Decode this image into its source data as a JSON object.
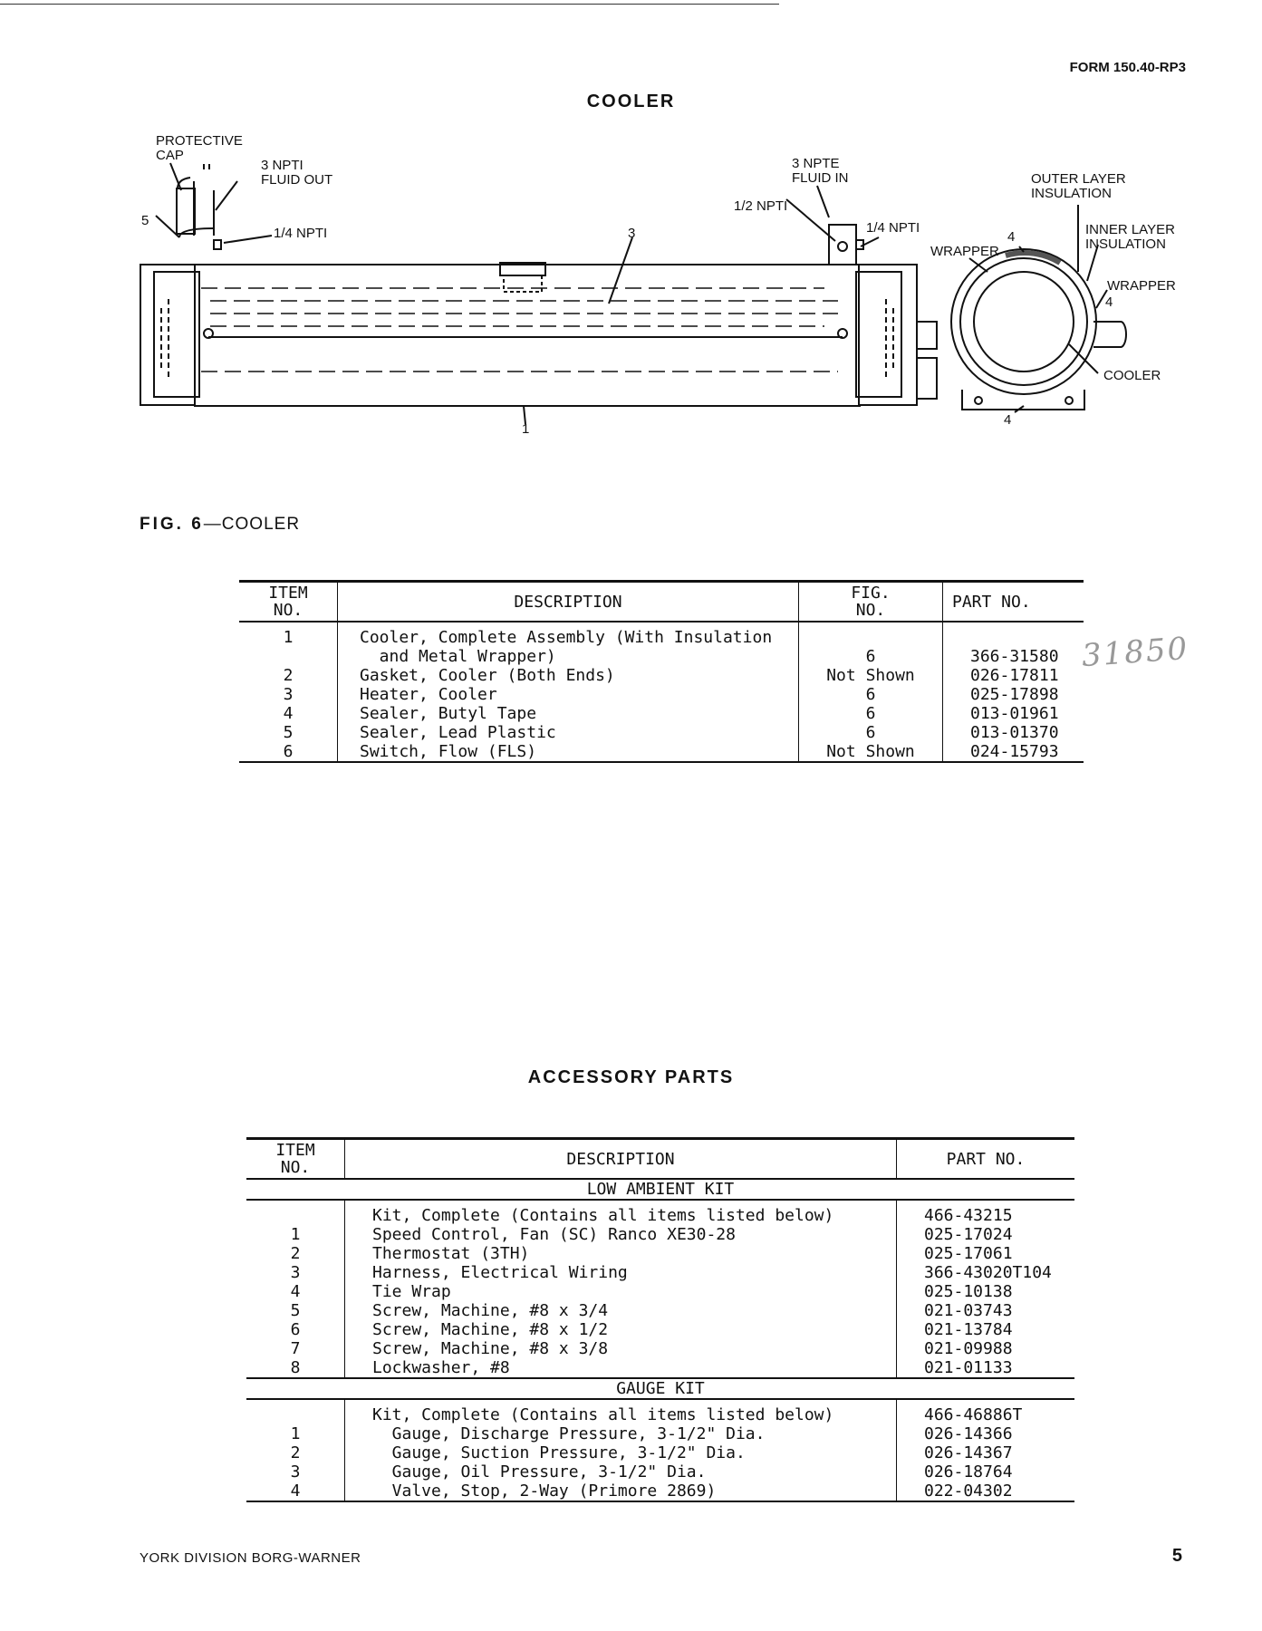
{
  "header": {
    "form": "FORM 150.40-RP3"
  },
  "cooler_title": "COOLER",
  "diagram": {
    "labels": {
      "protective_cap": "PROTECTIVE\nCAP",
      "fluid_out": "3 NPTI\nFLUID OUT",
      "npti_quarter_left": "1/4 NPTI",
      "item5": "5",
      "item3": "3",
      "item1": "1",
      "fluid_in": "3 NPTE\nFLUID IN",
      "npti_half": "1/2 NPTI",
      "npti_quarter_right": "1/4 NPTI",
      "outer_insulation": "OUTER LAYER\nINSULATION",
      "inner_insulation": "INNER LAYER\nINSULATION",
      "wrapper_left": "WRAPPER",
      "wrapper_right": "WRAPPER",
      "item4_top": "4",
      "item4_right": "4",
      "item4_bottom": "4",
      "cooler_label": "COOLER"
    }
  },
  "figure_caption": {
    "prefix": "FIG. 6",
    "suffix": "—COOLER"
  },
  "cooler_table": {
    "headers": {
      "item": "ITEM\nNO.",
      "description": "DESCRIPTION",
      "fig": "FIG.\nNO.",
      "part": "PART NO."
    },
    "rows": [
      {
        "item": "1",
        "description": "Cooler, Complete Assembly (With Insulation\n  and Metal Wrapper)",
        "fig": "\n6",
        "part": "\n366-31580"
      },
      {
        "item": "2",
        "description": "Gasket, Cooler (Both Ends)",
        "fig": "Not Shown",
        "part": "026-17811"
      },
      {
        "item": "3",
        "description": "Heater, Cooler",
        "fig": "6",
        "part": "025-17898"
      },
      {
        "item": "4",
        "description": "Sealer, Butyl Tape",
        "fig": "6",
        "part": "013-01961"
      },
      {
        "item": "5",
        "description": "Sealer, Lead Plastic",
        "fig": "6",
        "part": "013-01370"
      },
      {
        "item": "6",
        "description": "Switch, Flow (FLS)",
        "fig": "Not Shown",
        "part": "024-15793"
      }
    ],
    "handwritten_note": "31850"
  },
  "accessory_title": "ACCESSORY PARTS",
  "accessory_table": {
    "headers": {
      "item": "ITEM\nNO.",
      "description": "DESCRIPTION",
      "part": "PART NO."
    },
    "sections": [
      {
        "name": "LOW AMBIENT KIT",
        "rows": [
          {
            "item": "",
            "description": "Kit, Complete (Contains all items listed below)",
            "part": "466-43215"
          },
          {
            "item": "1",
            "description": "Speed Control, Fan (SC) Ranco XE30-28",
            "part": "025-17024"
          },
          {
            "item": "2",
            "description": "Thermostat (3TH)",
            "part": "025-17061"
          },
          {
            "item": "3",
            "description": "Harness, Electrical Wiring",
            "part": "366-43020T104"
          },
          {
            "item": "4",
            "description": "Tie Wrap",
            "part": "025-10138"
          },
          {
            "item": "5",
            "description": "Screw, Machine, #8 x 3/4",
            "part": "021-03743"
          },
          {
            "item": "6",
            "description": "Screw, Machine, #8 x 1/2",
            "part": "021-13784"
          },
          {
            "item": "7",
            "description": "Screw, Machine, #8 x 3/8",
            "part": "021-09988"
          },
          {
            "item": "8",
            "description": "Lockwasher, #8",
            "part": "021-01133"
          }
        ]
      },
      {
        "name": "GAUGE KIT",
        "rows": [
          {
            "item": "",
            "description": "Kit, Complete (Contains all items listed below)",
            "part": "466-46886T"
          },
          {
            "item": "1",
            "description": "  Gauge, Discharge Pressure, 3-1/2\" Dia.",
            "part": "026-14366"
          },
          {
            "item": "2",
            "description": "  Gauge, Suction Pressure, 3-1/2\" Dia.",
            "part": "026-14367"
          },
          {
            "item": "3",
            "description": "  Gauge, Oil Pressure, 3-1/2\" Dia.",
            "part": "026-18764"
          },
          {
            "item": "4",
            "description": "  Valve, Stop, 2-Way (Primore 2869)",
            "part": "022-04302"
          }
        ]
      }
    ]
  },
  "footer": {
    "company": "YORK DIVISION BORG-WARNER",
    "page": "5"
  }
}
